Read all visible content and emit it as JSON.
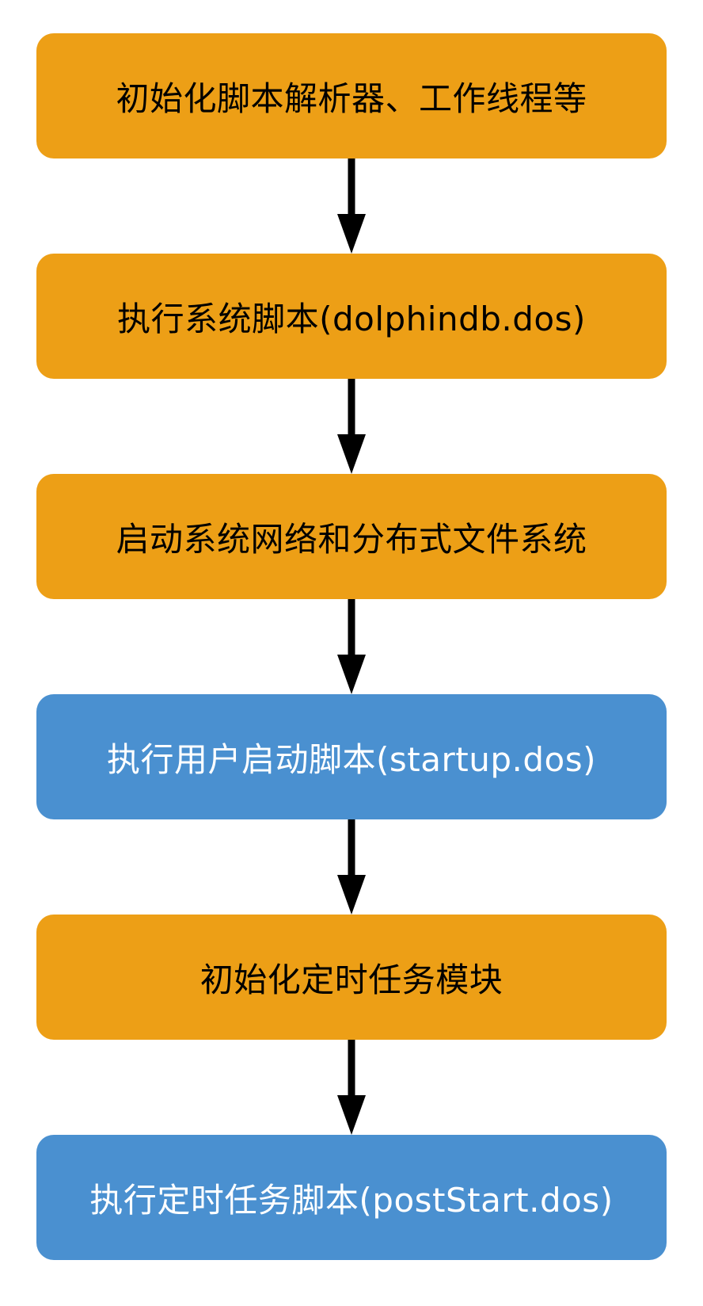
{
  "colors": {
    "system_step_fill": "#ED9F16",
    "user_script_fill": "#4A90D0",
    "system_step_text": "#000000",
    "user_script_text": "#ffffff",
    "arrow": "#000000"
  },
  "steps": [
    {
      "label": "初始化脚本解析器、工作线程等",
      "kind": "system"
    },
    {
      "label": "执行系统脚本(dolphindb.dos)",
      "kind": "system"
    },
    {
      "label": "启动系统网络和分布式文件系统",
      "kind": "system"
    },
    {
      "label": "执行用户启动脚本(startup.dos)",
      "kind": "user"
    },
    {
      "label": "初始化定时任务模块",
      "kind": "system"
    },
    {
      "label": "执行定时任务脚本(postStart.dos)",
      "kind": "user"
    }
  ]
}
